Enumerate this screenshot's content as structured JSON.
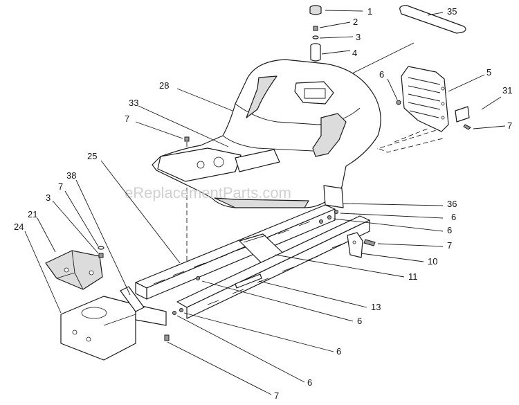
{
  "watermark": "eReplacementParts.com",
  "callouts": [
    {
      "id": "c1",
      "text": "1"
    },
    {
      "id": "c2",
      "text": "2"
    },
    {
      "id": "c3",
      "text": "3"
    },
    {
      "id": "c4",
      "text": "4"
    },
    {
      "id": "c35",
      "text": "35"
    },
    {
      "id": "c28",
      "text": "28"
    },
    {
      "id": "c6a",
      "text": "6"
    },
    {
      "id": "c5",
      "text": "5"
    },
    {
      "id": "c31",
      "text": "31"
    },
    {
      "id": "c7a",
      "text": "7"
    },
    {
      "id": "c33",
      "text": "33"
    },
    {
      "id": "c7b",
      "text": "7"
    },
    {
      "id": "c25",
      "text": "25"
    },
    {
      "id": "c38",
      "text": "38"
    },
    {
      "id": "c7c",
      "text": "7"
    },
    {
      "id": "c3b",
      "text": "3"
    },
    {
      "id": "c21",
      "text": "21"
    },
    {
      "id": "c24",
      "text": "24"
    },
    {
      "id": "c36",
      "text": "36"
    },
    {
      "id": "c6b",
      "text": "6"
    },
    {
      "id": "c6c",
      "text": "6"
    },
    {
      "id": "c7d",
      "text": "7"
    },
    {
      "id": "c10",
      "text": "10"
    },
    {
      "id": "c11",
      "text": "11"
    },
    {
      "id": "c13",
      "text": "13"
    },
    {
      "id": "c6d",
      "text": "6"
    },
    {
      "id": "c6e",
      "text": "6"
    },
    {
      "id": "c6f",
      "text": "6"
    },
    {
      "id": "c7e",
      "text": "7"
    }
  ]
}
